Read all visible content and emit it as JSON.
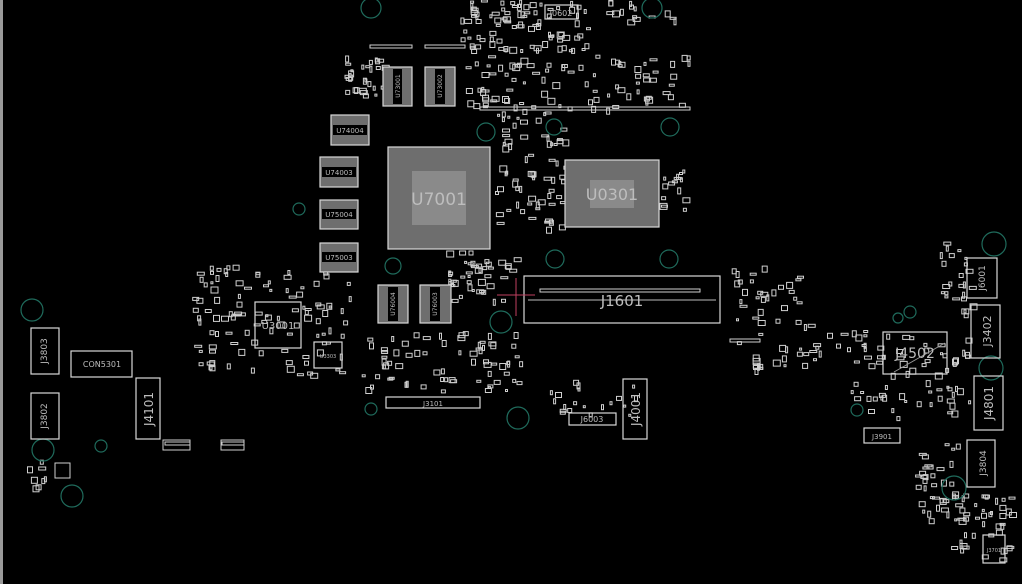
{
  "view": {
    "background": "#000000",
    "outline_color": "#d8d8d8",
    "hole_color": "#1f6b5c",
    "marker_color": "#c04060"
  },
  "components": {
    "J0602": "J0602",
    "U73001": "U73001",
    "U73002": "U73002",
    "U74004": "U74004",
    "U74003": "U74003",
    "U75004": "U75004",
    "U75003": "U75003",
    "U7001": "U7001",
    "U0301": "U0301",
    "J1601": "J1601",
    "U76004": "U76004",
    "U76003": "U76003",
    "U3001": "U3001",
    "U3303": "U3303",
    "CON5301": "CON5301",
    "J3803": "J3803",
    "J3802": "J3802",
    "J4101": "J4101",
    "J3101": "J3101",
    "J6003": "J6003",
    "J4001": "J4001",
    "J4502": "J4502",
    "J6001": "J6001",
    "J3402": "J3402",
    "J4801": "J4801",
    "J3901": "J3901",
    "J3804": "J3804",
    "J3701": "J3701"
  }
}
